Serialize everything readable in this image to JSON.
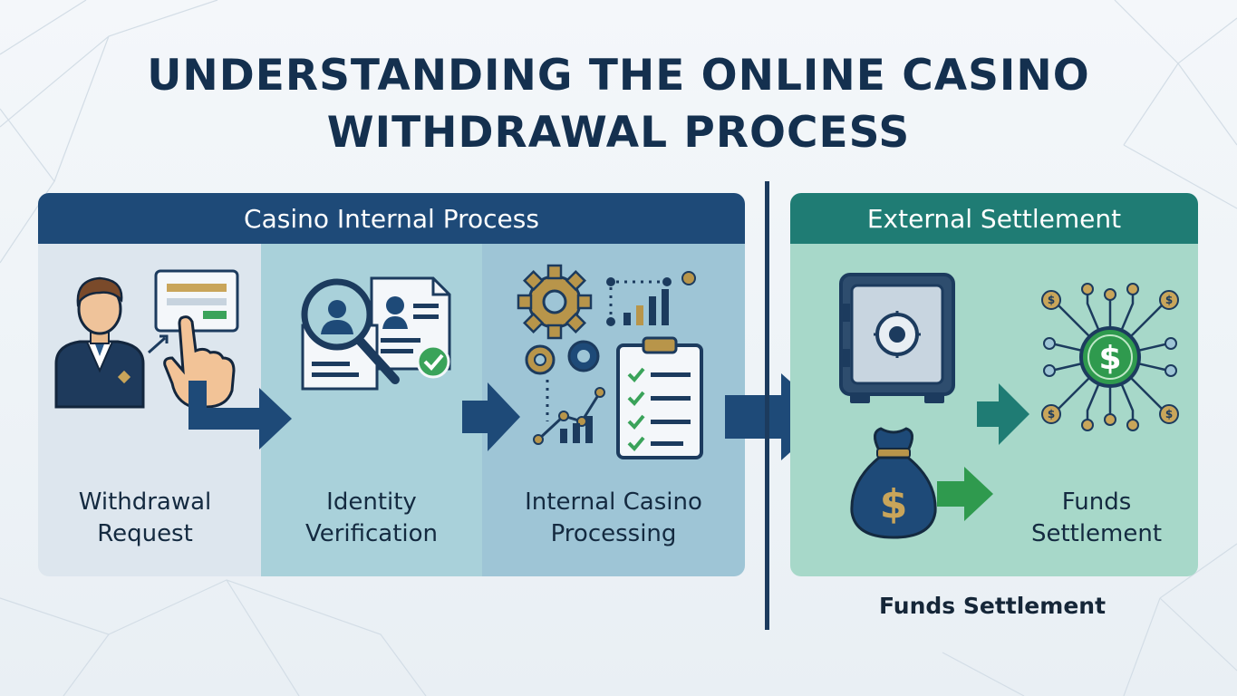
{
  "title": {
    "line1": "UNDERSTANDING THE ONLINE CASINO",
    "line2": "WITHDRAWAL PROCESS"
  },
  "panels": {
    "internal": {
      "header": "Casino Internal Process",
      "steps": [
        {
          "line1": "Withdrawal",
          "line2": "Request"
        },
        {
          "line1": "Identity",
          "line2": "Verification"
        },
        {
          "line1": "Internal Casino",
          "line2": "Processing"
        }
      ]
    },
    "external": {
      "header": "External Settlement",
      "step": {
        "line1": "Funds",
        "line2": "Settlement"
      }
    }
  },
  "caption": "Funds Settlement",
  "icons": {
    "request": "user-clicking-form-icon",
    "identity": "magnifier-id-document-icon",
    "processing": "gears-checklist-chart-icon",
    "safe": "safe-vault-icon",
    "money_bag": "money-bag-icon",
    "network": "dollar-network-icon"
  },
  "colors": {
    "navy": "#1e4a78",
    "teal": "#1f7c74",
    "title": "#14304f",
    "accent_gold": "#b8954a",
    "accent_green": "#3aa35a"
  }
}
